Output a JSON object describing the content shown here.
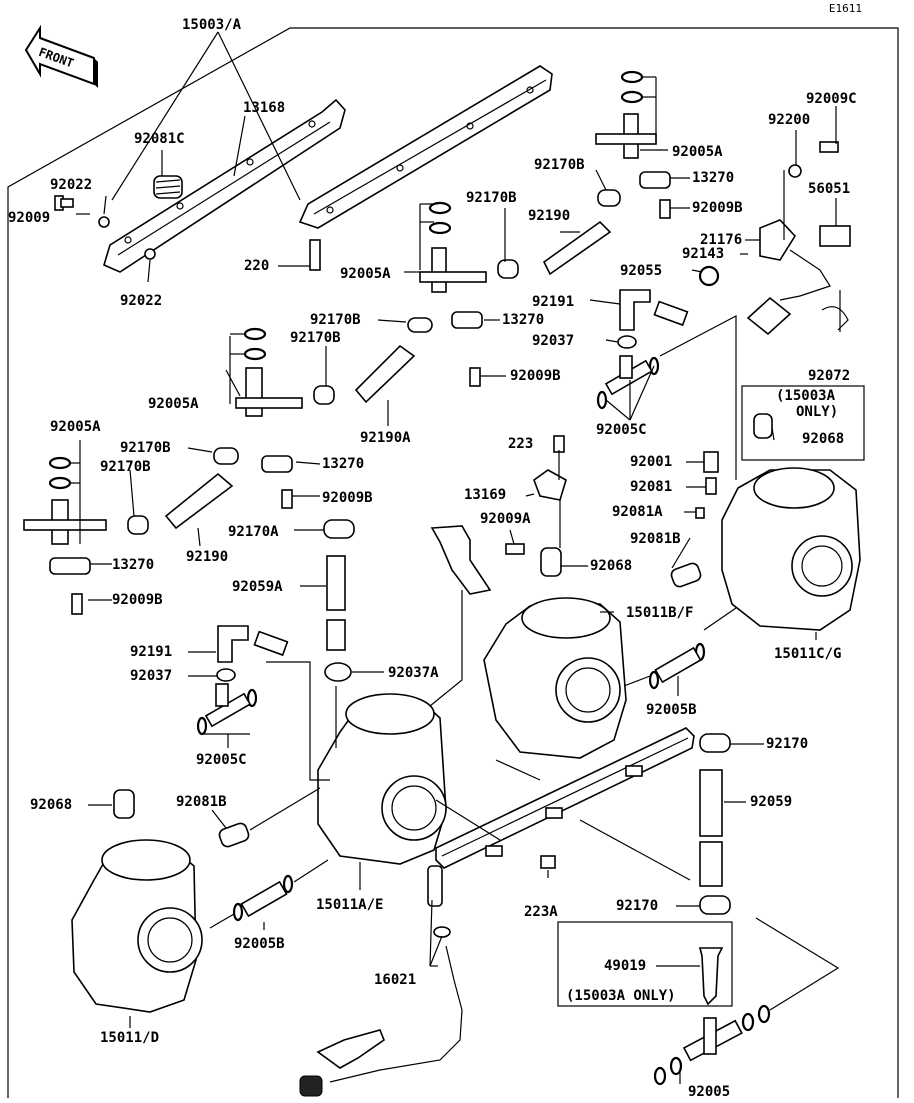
{
  "diagram_code": "E1611",
  "front_label": "FRONT",
  "note_text": "(15003A ONLY)",
  "note_box_line1": "(15003A",
  "note_box_line2": "ONLY)",
  "labels": {
    "l15003a": "15003/A",
    "l13168": "13168",
    "l92081c": "92081C",
    "l92022a": "92022",
    "l92009a": "92009",
    "l92022b": "92022",
    "l220": "220",
    "l92005a_1": "92005A",
    "l92170b_1": "92170B",
    "l92190_1": "92190",
    "l92005a_top": "92005A",
    "l92170b_top": "92170B",
    "l13270_top": "13270",
    "l92009b_top": "92009B",
    "l92200": "92200",
    "l92009c": "92009C",
    "l56051": "56051",
    "l21176": "21176",
    "l92143": "92143",
    "l92055": "92055",
    "l92191_top": "92191",
    "l13270_2": "13270",
    "l92170b_2": "92170B",
    "l92170b_3": "92170B",
    "l92037_top": "92037",
    "l92009b_2": "92009B",
    "l92005c_top": "92005C",
    "l92072": "92072",
    "l92068_top": "92068",
    "l92005a_2": "92005A",
    "l92190a": "92190A",
    "l223": "223",
    "l92001": "92001",
    "l92081": "92081",
    "l92081a": "92081A",
    "l13169": "13169",
    "l92005a_3": "92005A",
    "l92170b_4": "92170B",
    "l92170b_5": "92170B",
    "l13270_3": "13270",
    "l92009b_3": "92009B",
    "l92170a": "92170A",
    "l92009a_2": "92009A",
    "l92190_2": "92190",
    "l92081b_top": "92081B",
    "l92068_mid": "92068",
    "l13270_4": "13270",
    "l92059a": "92059A",
    "l15011bf": "15011B/F",
    "l15011cg": "15011C/G",
    "l92009b_4": "92009B",
    "l92191_2": "92191",
    "l92037_2": "92037",
    "l92037a": "92037A",
    "l92005b_right": "92005B",
    "l92005c_2": "92005C",
    "l92170_top": "92170",
    "l92068_left": "92068",
    "l92081b_2": "92081B",
    "l92059": "92059",
    "l15011ae": "15011A/E",
    "l223a": "223A",
    "l92170_2": "92170",
    "l92005b_2": "92005B",
    "l49019": "49019",
    "l16021": "16021",
    "l15011d": "15011/D",
    "l92005": "92005"
  }
}
